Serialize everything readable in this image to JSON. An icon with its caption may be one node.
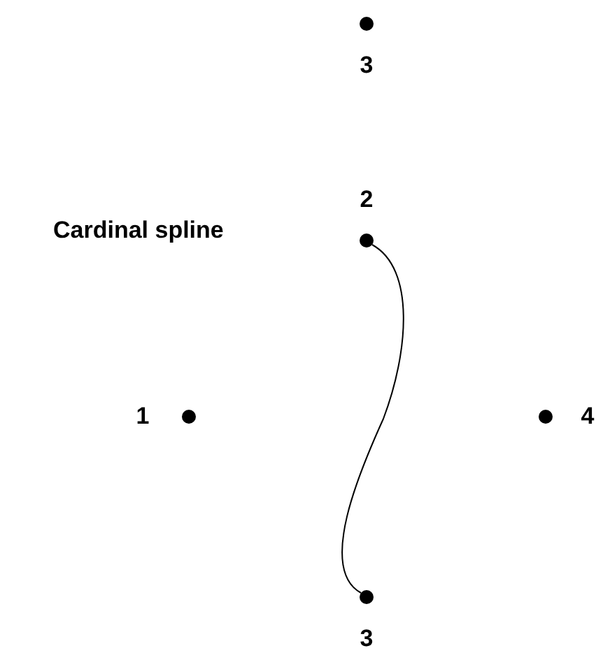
{
  "diagram": {
    "title": "Cardinal spline",
    "nodes": [
      {
        "text": [],
        "shape": "circle",
        "beside": [
          "3"
        ]
      },
      {
        "text": [],
        "shape": "circle",
        "beside": [
          "2"
        ]
      },
      {
        "text": [],
        "shape": "circle",
        "beside": [
          "1"
        ]
      },
      {
        "text": [],
        "shape": "circle",
        "beside": [
          "4"
        ]
      },
      {
        "text": [],
        "shape": "circle",
        "beside": [
          "3"
        ]
      }
    ],
    "edges": [
      {
        "from": 1,
        "to": 4,
        "arrow": "none"
      }
    ]
  }
}
